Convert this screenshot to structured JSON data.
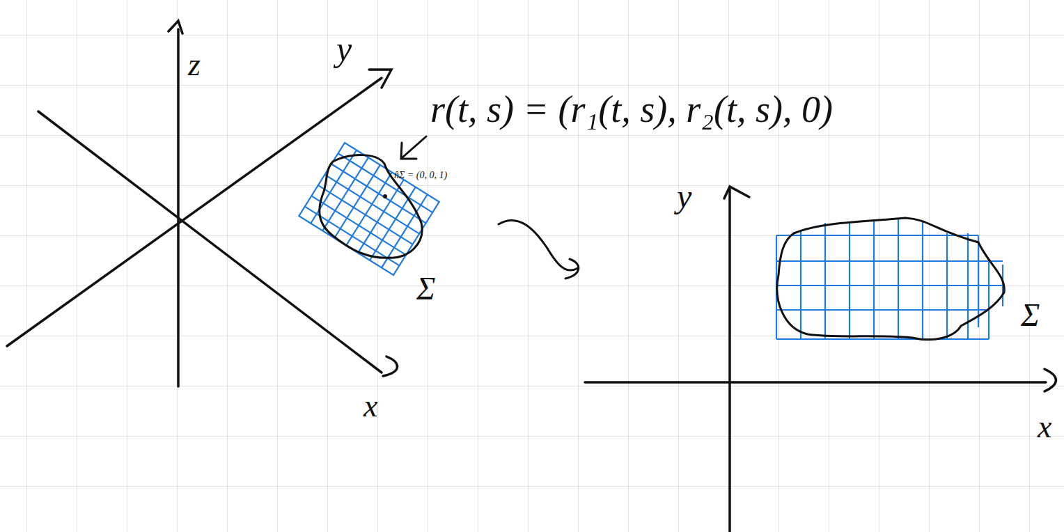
{
  "diagram": {
    "labels": [
      "z",
      "y",
      "x",
      "r(t, s) = (r₁(t, s), r₂(t, s), 0)",
      "n̂Σ = (0, 0, 1)",
      "Σ",
      "y",
      "x",
      "Σ"
    ]
  }
}
